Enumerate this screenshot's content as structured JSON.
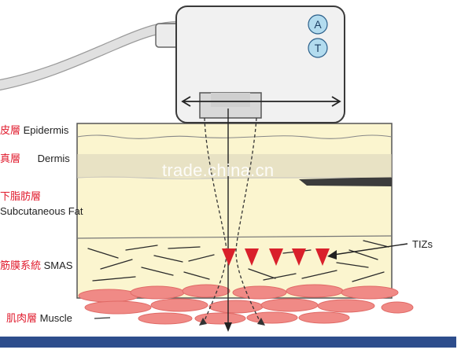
{
  "device": {
    "button_a": "A",
    "button_t": "T"
  },
  "layers": [
    {
      "cn": "皮層",
      "en": "Epidermis"
    },
    {
      "cn": "真層",
      "en": "Dermis"
    },
    {
      "cn": "下脂肪層",
      "en": "Subcutaneous Fat"
    },
    {
      "cn": "筋膜系統",
      "en": "SMAS"
    },
    {
      "cn": "肌肉層",
      "en": "Muscle"
    }
  ],
  "annotation": {
    "tizs": "TIZs"
  },
  "watermark": "trade.china.cn",
  "colors": {
    "skin": "#fbf5cf",
    "device": "#f1f1f1",
    "label_cn": "#e0192b",
    "muscle": "#f08a86",
    "tiz": "#d9202b",
    "ground": "#2d4d8c",
    "button": "#b3dcef"
  }
}
